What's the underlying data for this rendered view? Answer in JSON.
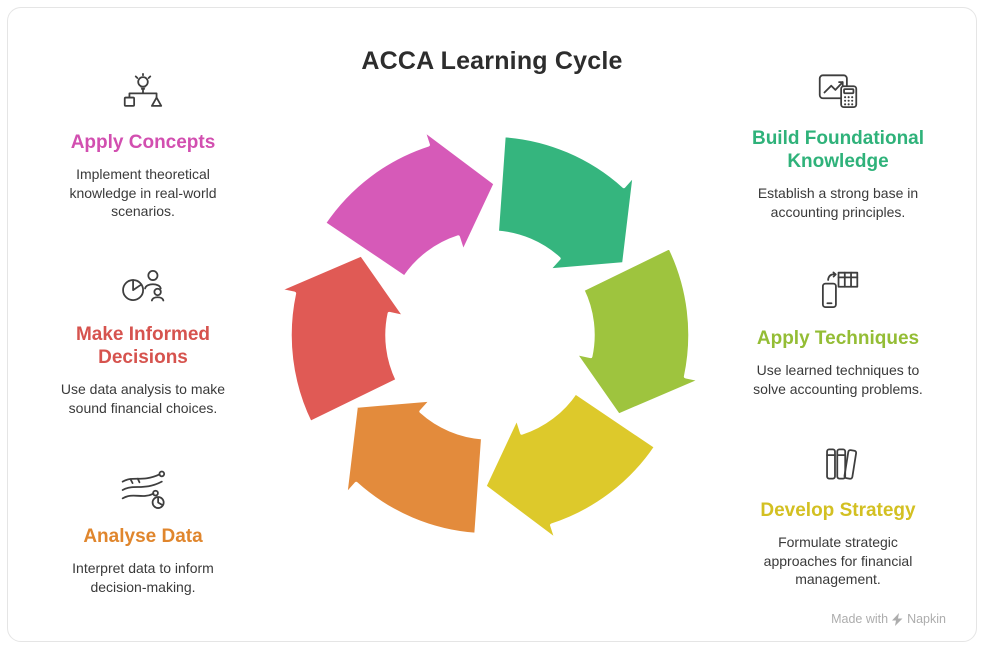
{
  "title": "ACCA Learning Cycle",
  "items": {
    "left": [
      {
        "icon": "lightbulb-org-chart-icon",
        "title": "Apply Concepts",
        "color": "#d24fb0",
        "description": "Implement theoretical knowledge in real-world scenarios."
      },
      {
        "icon": "pie-chart-people-icon",
        "title": "Make Informed Decisions",
        "color": "#d6534e",
        "description": "Use data analysis to make sound financial choices."
      },
      {
        "icon": "data-flow-icon",
        "title": "Analyse Data",
        "color": "#e0862d",
        "description": "Interpret data to inform decision-making."
      }
    ],
    "right": [
      {
        "icon": "chart-calculator-icon",
        "title": "Build Foundational Knowledge",
        "color": "#2fb27a",
        "description": "Establish a strong base in accounting principles."
      },
      {
        "icon": "phone-spreadsheet-icon",
        "title": "Apply Techniques",
        "color": "#94bd35",
        "description": "Use learned techniques to solve accounting problems."
      },
      {
        "icon": "standing-books-icon",
        "title": "Develop Strategy",
        "color": "#d3c022",
        "description": "Formulate strategic approaches for financial management."
      }
    ]
  },
  "cycle": {
    "outer_radius": 200,
    "inner_radius": 103,
    "direction": "clockwise",
    "segments": [
      {
        "name": "apply-concepts",
        "color": "#d65ab8",
        "start_angle": 210
      },
      {
        "name": "build-foundational-knowledge",
        "color": "#35b57e",
        "start_angle": 270
      },
      {
        "name": "apply-techniques",
        "color": "#9ec43e",
        "start_angle": 330
      },
      {
        "name": "develop-strategy",
        "color": "#ddc92b",
        "start_angle": 30
      },
      {
        "name": "analyse-data",
        "color": "#e38b3c",
        "start_angle": 90
      },
      {
        "name": "make-informed-decisions",
        "color": "#e05a55",
        "start_angle": 150
      }
    ]
  },
  "watermark": {
    "made_with": "Made with",
    "brand": "Napkin"
  }
}
